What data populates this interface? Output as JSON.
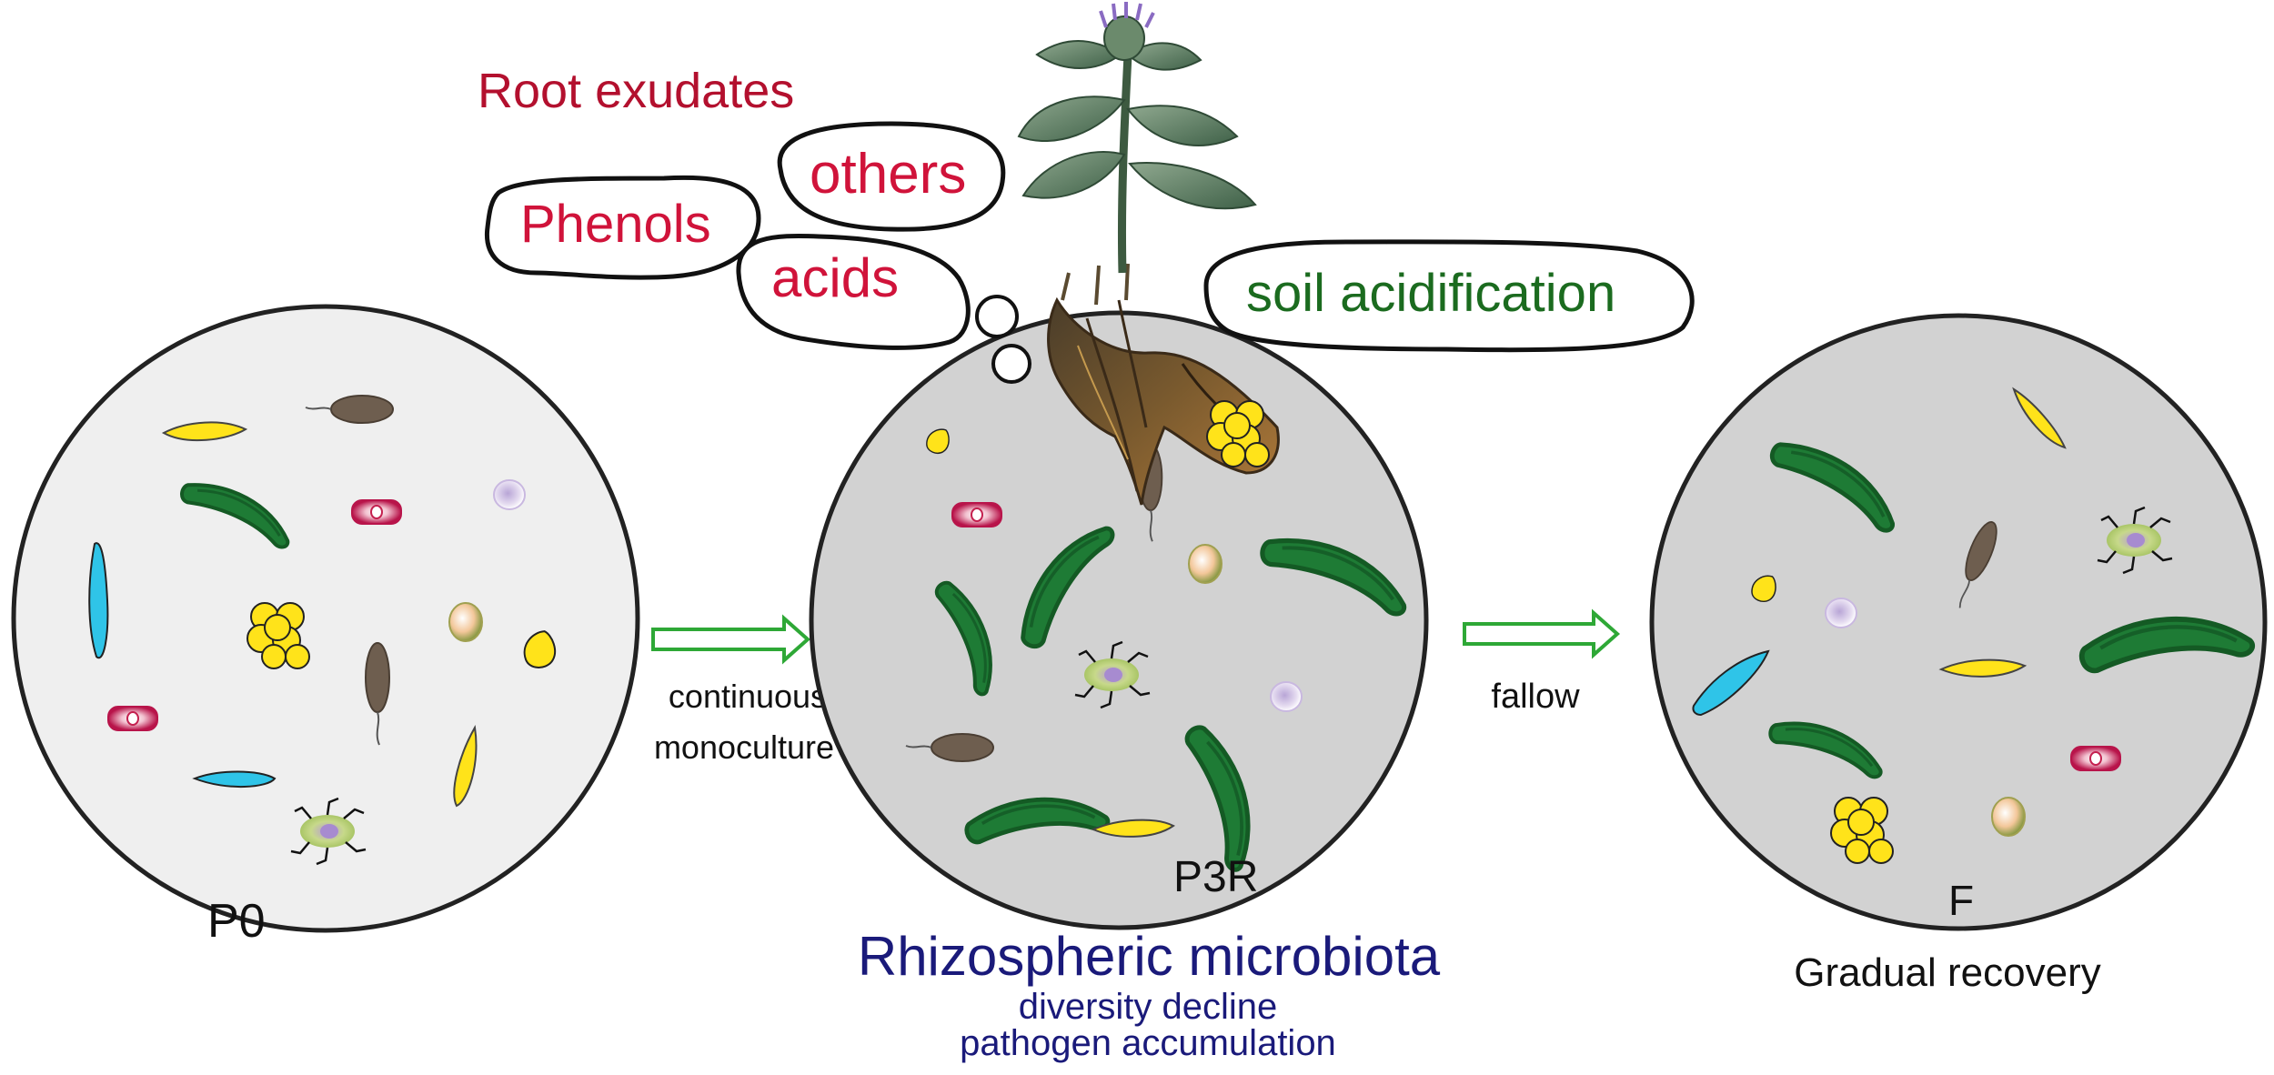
{
  "exudates": {
    "title": "Root exudates",
    "items": [
      "Phenols",
      "others",
      "acids"
    ]
  },
  "soil_acidification": "soil acidification",
  "arrows": {
    "first": {
      "line1": "continuous",
      "line2": "monoculture"
    },
    "second": "fallow"
  },
  "panels": {
    "p0": {
      "label": "P0"
    },
    "p3r": {
      "label": "P3R"
    },
    "f": {
      "label": "F"
    }
  },
  "microbiota": {
    "title": "Rhizospheric microbiota",
    "line1": "diversity decline",
    "line2": "pathogen accumulation"
  },
  "recovery": "Gradual recovery",
  "colors": {
    "exudate_text": "#d0133a",
    "title_text": "#b3102e",
    "acidification_text": "#1b6b1f",
    "microbiota_text": "#1a1a7a",
    "arrow": "#2ea836",
    "panel_light": "#efefef",
    "panel_dark": "#d2d2d2",
    "rod": "#1e7b35",
    "blue_cell": "#2fc4e8",
    "yellow_cell": "#ffe31a",
    "brown_cell": "#6e5e4f"
  }
}
